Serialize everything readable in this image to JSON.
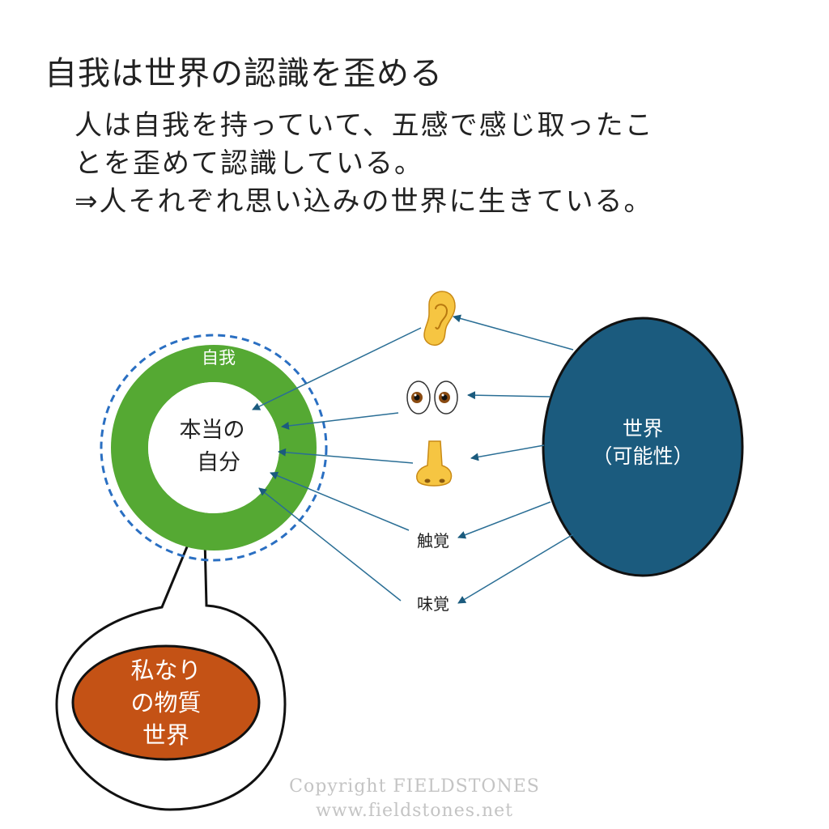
{
  "title": "自我は世界の認識を歪める",
  "description": {
    "line1": "人は自我を持っていて、五感で感じ取ったこ",
    "line2": "とを歪めて認識している。",
    "line3": "⇒人それぞれ思い込みの世界に生きている。"
  },
  "diagram": {
    "ego_label": "自我",
    "true_self_line1": "本当の",
    "true_self_line2": "自分",
    "world_line1": "世界",
    "world_line2": "（可能性）",
    "senses": {
      "hearing": "ear-emoji",
      "sight": "eyes-emoji",
      "smell": "nose-emoji",
      "touch": "触覚",
      "taste": "味覚"
    },
    "bubble_line1": "私なり",
    "bubble_line2": "の物質",
    "bubble_line3": "世界",
    "colors": {
      "ego_ring": "#55a933",
      "ring_dash": "#2a6fc2",
      "world": "#1b5b7e",
      "bubble_inner": "#c45215",
      "arrow": "#2a6e95",
      "copyright": "#c4c4c4"
    }
  },
  "copyright": {
    "line1": "Copyright FIELDSTONES",
    "line2": "www.fieldstones.net"
  }
}
